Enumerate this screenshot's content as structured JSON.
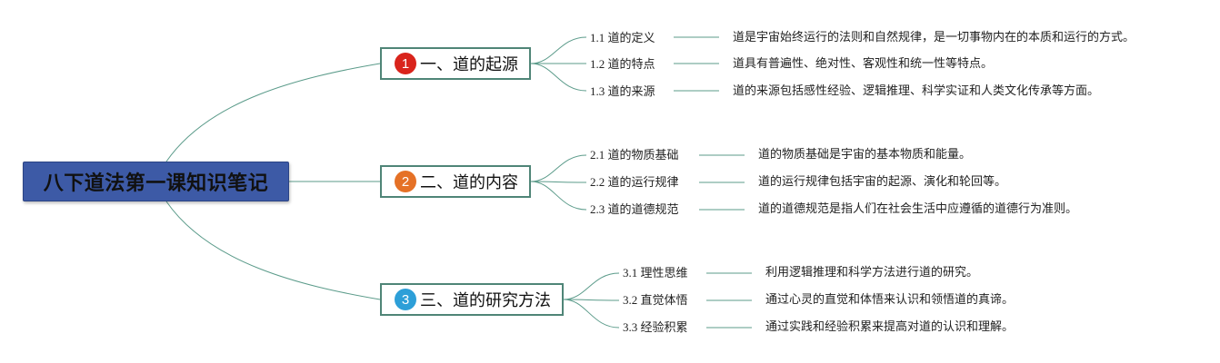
{
  "root": {
    "title": "八下道法第一课知识笔记",
    "color": "#3d5aa6"
  },
  "branches": [
    {
      "number": "1",
      "badge_color": "#d9241c",
      "title": "一、道的起源",
      "items": [
        {
          "label": "1.1 道的定义",
          "desc": "道是宇宙始终运行的法则和自然规律，是一切事物内在的本质和运行的方式。"
        },
        {
          "label": "1.2 道的特点",
          "desc": "道具有普遍性、绝对性、客观性和统一性等特点。"
        },
        {
          "label": "1.3 道的来源",
          "desc": "道的来源包括感性经验、逻辑推理、科学实证和人类文化传承等方面。"
        }
      ]
    },
    {
      "number": "2",
      "badge_color": "#e57126",
      "title": "二、道的内容",
      "items": [
        {
          "label": "2.1 道的物质基础",
          "desc": "道的物质基础是宇宙的基本物质和能量。"
        },
        {
          "label": "2.2 道的运行规律",
          "desc": "道的运行规律包括宇宙的起源、演化和轮回等。"
        },
        {
          "label": "2.3 道的道德规范",
          "desc": "道的道德规范是指人们在社会生活中应遵循的道德行为准则。"
        }
      ]
    },
    {
      "number": "3",
      "badge_color": "#2d9fd8",
      "title": "三、道的研究方法",
      "items": [
        {
          "label": "3.1 理性思维",
          "desc": "利用逻辑推理和科学方法进行道的研究。"
        },
        {
          "label": "3.2 直觉体悟",
          "desc": "通过心灵的直觉和体悟来认识和领悟道的真谛。"
        },
        {
          "label": "3.3 经验积累",
          "desc": "通过实践和经验积累来提高对道的认识和理解。"
        }
      ]
    }
  ],
  "line_color": "#5b9b8a"
}
